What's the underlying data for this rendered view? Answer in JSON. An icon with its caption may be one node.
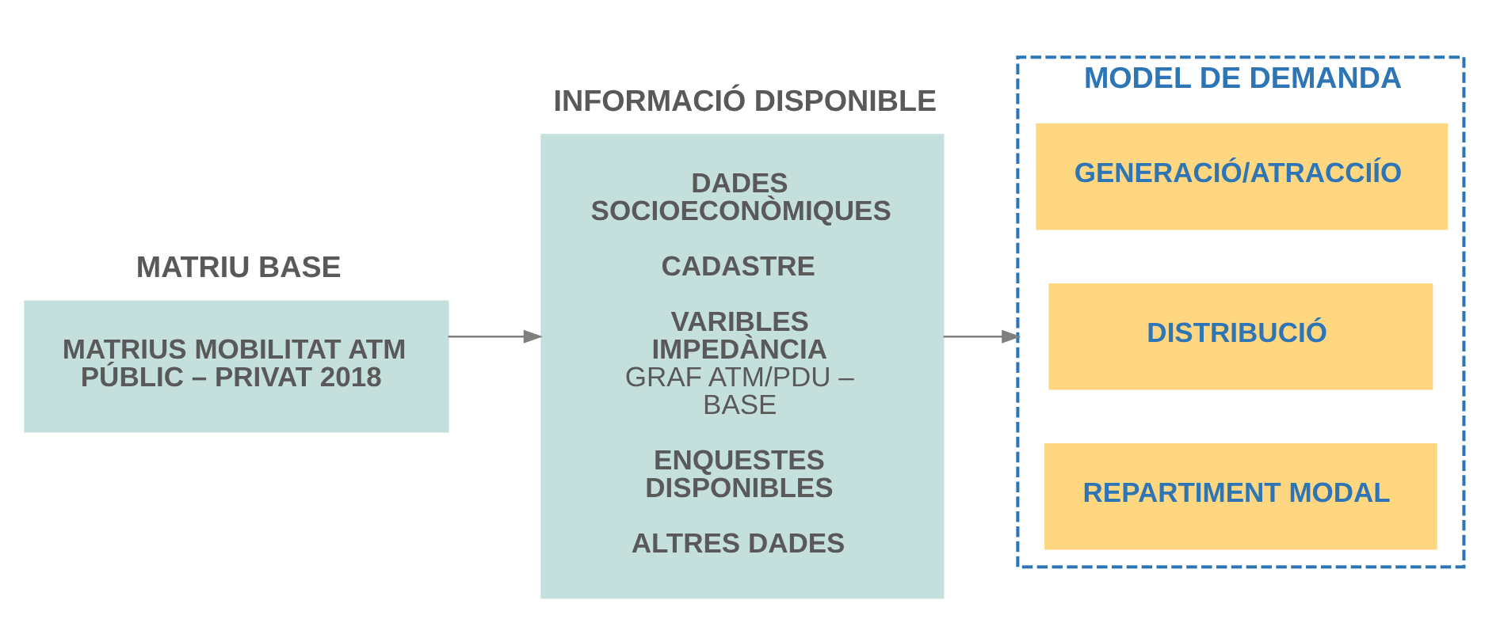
{
  "diagram": {
    "nodes": [
      {
        "text": [
          "MATRIU BASE",
          "MATRIUS MOBILITAT ATM PÚBLIC – PRIVAT 2018"
        ]
      },
      {
        "text": [
          "INFORMACIÓ DISPONIBLE",
          "DADES SOCIOECONÒMIQUES",
          "CADASTRE",
          "VARIBLES IMPEDÀNCIA",
          "GRAF ATM/PDU – BASE",
          "ENQUESTES DISPONIBLES",
          "ALTRES DADES"
        ]
      },
      {
        "text": [
          "MODEL DE DEMANDA"
        ]
      },
      {
        "text": [
          "GENERACIÓ/ATRACCIÍO"
        ],
        "in": 2
      },
      {
        "text": [
          "DISTRIBUCIÓ"
        ],
        "in": 2
      },
      {
        "text": [
          "REPARTIMENT MODAL"
        ],
        "in": 2
      }
    ],
    "edges": [
      {
        "from": 0,
        "to": 1,
        "arrow": "to"
      },
      {
        "from": 1,
        "to": 2,
        "arrow": "to"
      }
    ]
  }
}
